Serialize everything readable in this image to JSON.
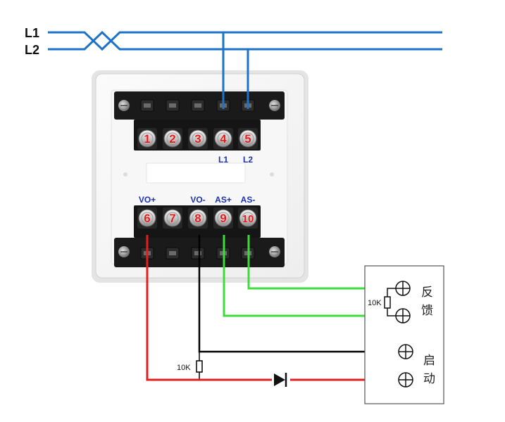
{
  "bus": {
    "l1_label": "L1",
    "l2_label": "L2"
  },
  "top_terminals": [
    {
      "num": "1",
      "sub": ""
    },
    {
      "num": "2",
      "sub": ""
    },
    {
      "num": "3",
      "sub": ""
    },
    {
      "num": "4",
      "sub": "L1"
    },
    {
      "num": "5",
      "sub": "L2"
    }
  ],
  "bottom_terminals": [
    {
      "num": "6",
      "sub": "VO+"
    },
    {
      "num": "7",
      "sub": ""
    },
    {
      "num": "8",
      "sub": "VO-"
    },
    {
      "num": "9",
      "sub": "AS+"
    },
    {
      "num": "10",
      "sub": "AS-"
    }
  ],
  "device": {
    "feedback_1": "反",
    "feedback_2": "馈",
    "start_1": "启",
    "start_2": "动",
    "resistor_feedback": "10K"
  },
  "resistor_vo": "10K",
  "colors": {
    "bus": "#1e73c8",
    "feedback": "#3ddc3d",
    "start": "#000000",
    "power": "#e02020",
    "number": "#e01b1b",
    "sublabel": "#1a33b0"
  }
}
